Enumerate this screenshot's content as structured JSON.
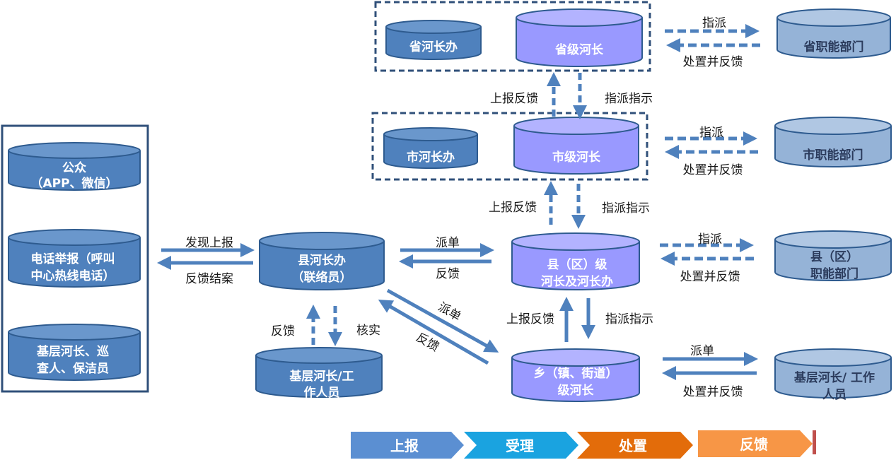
{
  "colors": {
    "dark_cyl": "#4f81bd",
    "dark_cyl_top": "#6a97cc",
    "violet_cyl": "#9999ff",
    "violet_cyl_top": "#b3b3ff",
    "light_cyl": "#95b3d7",
    "light_cyl_top": "#b0c7e3",
    "cyl_edge": "#2e5b8f",
    "arrow": "#4f81bd",
    "box_border": "#30507a",
    "stage_report": "#5b8fd2",
    "stage_accept": "#1aa3e0",
    "stage_handle": "#e36c0a",
    "stage_feedback": "#f79646",
    "stage_end_bar": "#c0504d"
  },
  "nodes": {
    "public": [
      "公众",
      "（APP、微信）"
    ],
    "hotline": [
      "电话举报（呼叫",
      "中心热线电话）"
    ],
    "patrol": [
      "基层河长、巡",
      "查人、保洁员"
    ],
    "county_office": [
      "县河长办",
      "（联络员）"
    ],
    "grassroots_worker": [
      "基层河长/工",
      "作人员"
    ],
    "province_office": [
      "省河长办"
    ],
    "province_chief": [
      "省级河长"
    ],
    "province_dept": [
      "省职能部门"
    ],
    "city_office": [
      "市河长办"
    ],
    "city_chief": [
      "市级河长"
    ],
    "city_dept": [
      "市职能部门"
    ],
    "county_chief": [
      "县（区）级",
      "河长及河长办"
    ],
    "county_dept": [
      "县（区）",
      "职能部门"
    ],
    "town_chief": [
      "乡（镇、街道）",
      "级河长"
    ],
    "town_worker": [
      "基层河长/ 工作",
      "人员"
    ]
  },
  "edges": {
    "discover_report": "发现上报",
    "feedback_close": "反馈结案",
    "dispatch_order": "派单",
    "feedback": "反馈",
    "verify": "核实",
    "report_feedback": "上报反馈",
    "assign_instruct": "指派指示",
    "assign": "指派",
    "handle_feedback": "处置并反馈"
  },
  "stages": [
    "上报",
    "受理",
    "处置",
    "反馈"
  ]
}
